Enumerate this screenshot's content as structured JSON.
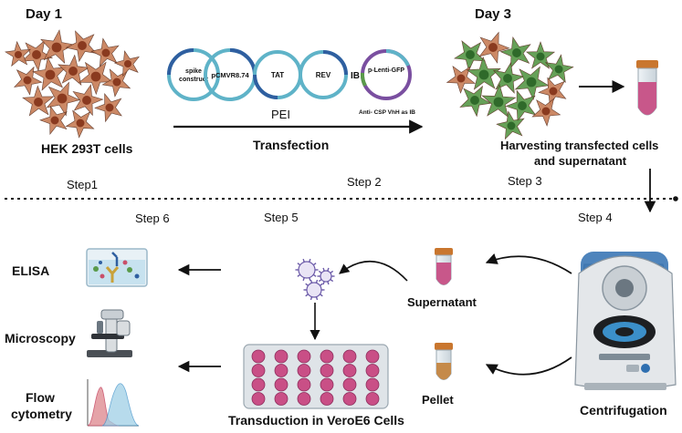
{
  "labels": {
    "day1": "Day 1",
    "day3": "Day 3",
    "hek": "HEK 293T cells",
    "transfection": "Transfection",
    "pei": "PEI",
    "harvest_line1": "Harvesting transfected cells",
    "harvest_line2": "and supernatant",
    "step1": "Step1",
    "step2": "Step 2",
    "step3": "Step 3",
    "step4": "Step 4",
    "step5": "Step 5",
    "step6": "Step 6",
    "elisa": "ELISA",
    "microscopy": "Microscopy",
    "flow_line1": "Flow",
    "flow_line2": "cytometry",
    "supernatant": "Supernatant",
    "pellet": "Pellet",
    "centrifugation": "Centrifugation",
    "transduction": "Transduction in VeroE6 Cells"
  },
  "plasmids": [
    {
      "line1": "spike",
      "line2": "construct"
    },
    {
      "line1": "pCMVR8.74",
      "line2": ""
    },
    {
      "line1": "TAT",
      "line2": ""
    },
    {
      "line1": "REV",
      "line2": ""
    }
  ],
  "ib_label": "IB",
  "lenti_label": "p-Lenti-GFP",
  "anti_csp_label": "Anti- CSP VhH as IB",
  "colors": {
    "hek_cell": "#c8805a",
    "hek_nucleus": "#8a3a1f",
    "transfected_cell": "#5a9a4a",
    "plasmid_ring": "#5fb3c8",
    "plate": "#c94f86",
    "tube_liquid": "#c8578a",
    "pellet": "#c58a4a",
    "centrifuge": "#dde0e3"
  }
}
